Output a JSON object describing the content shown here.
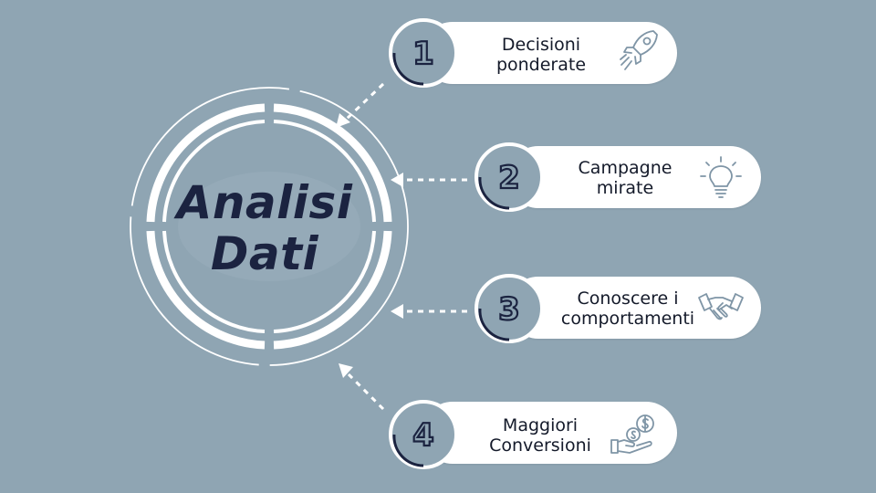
{
  "title": {
    "line1": "Analisi",
    "line2": "Dati"
  },
  "items": [
    {
      "number": "1",
      "line1": "Decisioni",
      "line2": "ponderate",
      "icon": "rocket-icon"
    },
    {
      "number": "2",
      "line1": "Campagne",
      "line2": "mirate",
      "icon": "lightbulb-icon"
    },
    {
      "number": "3",
      "line1": "Conoscere i",
      "line2": "comportamenti",
      "icon": "handshake-icon"
    },
    {
      "number": "4",
      "line1": "Maggiori",
      "line2": "Conversioni",
      "icon": "money-hand-icon"
    }
  ],
  "colors": {
    "background": "#8fa5b3",
    "title": "#1b2340",
    "badge": "#8fa5b3",
    "pill": "#ffffff",
    "icon_stroke": "#7f95a6",
    "ring": "#ffffff"
  }
}
